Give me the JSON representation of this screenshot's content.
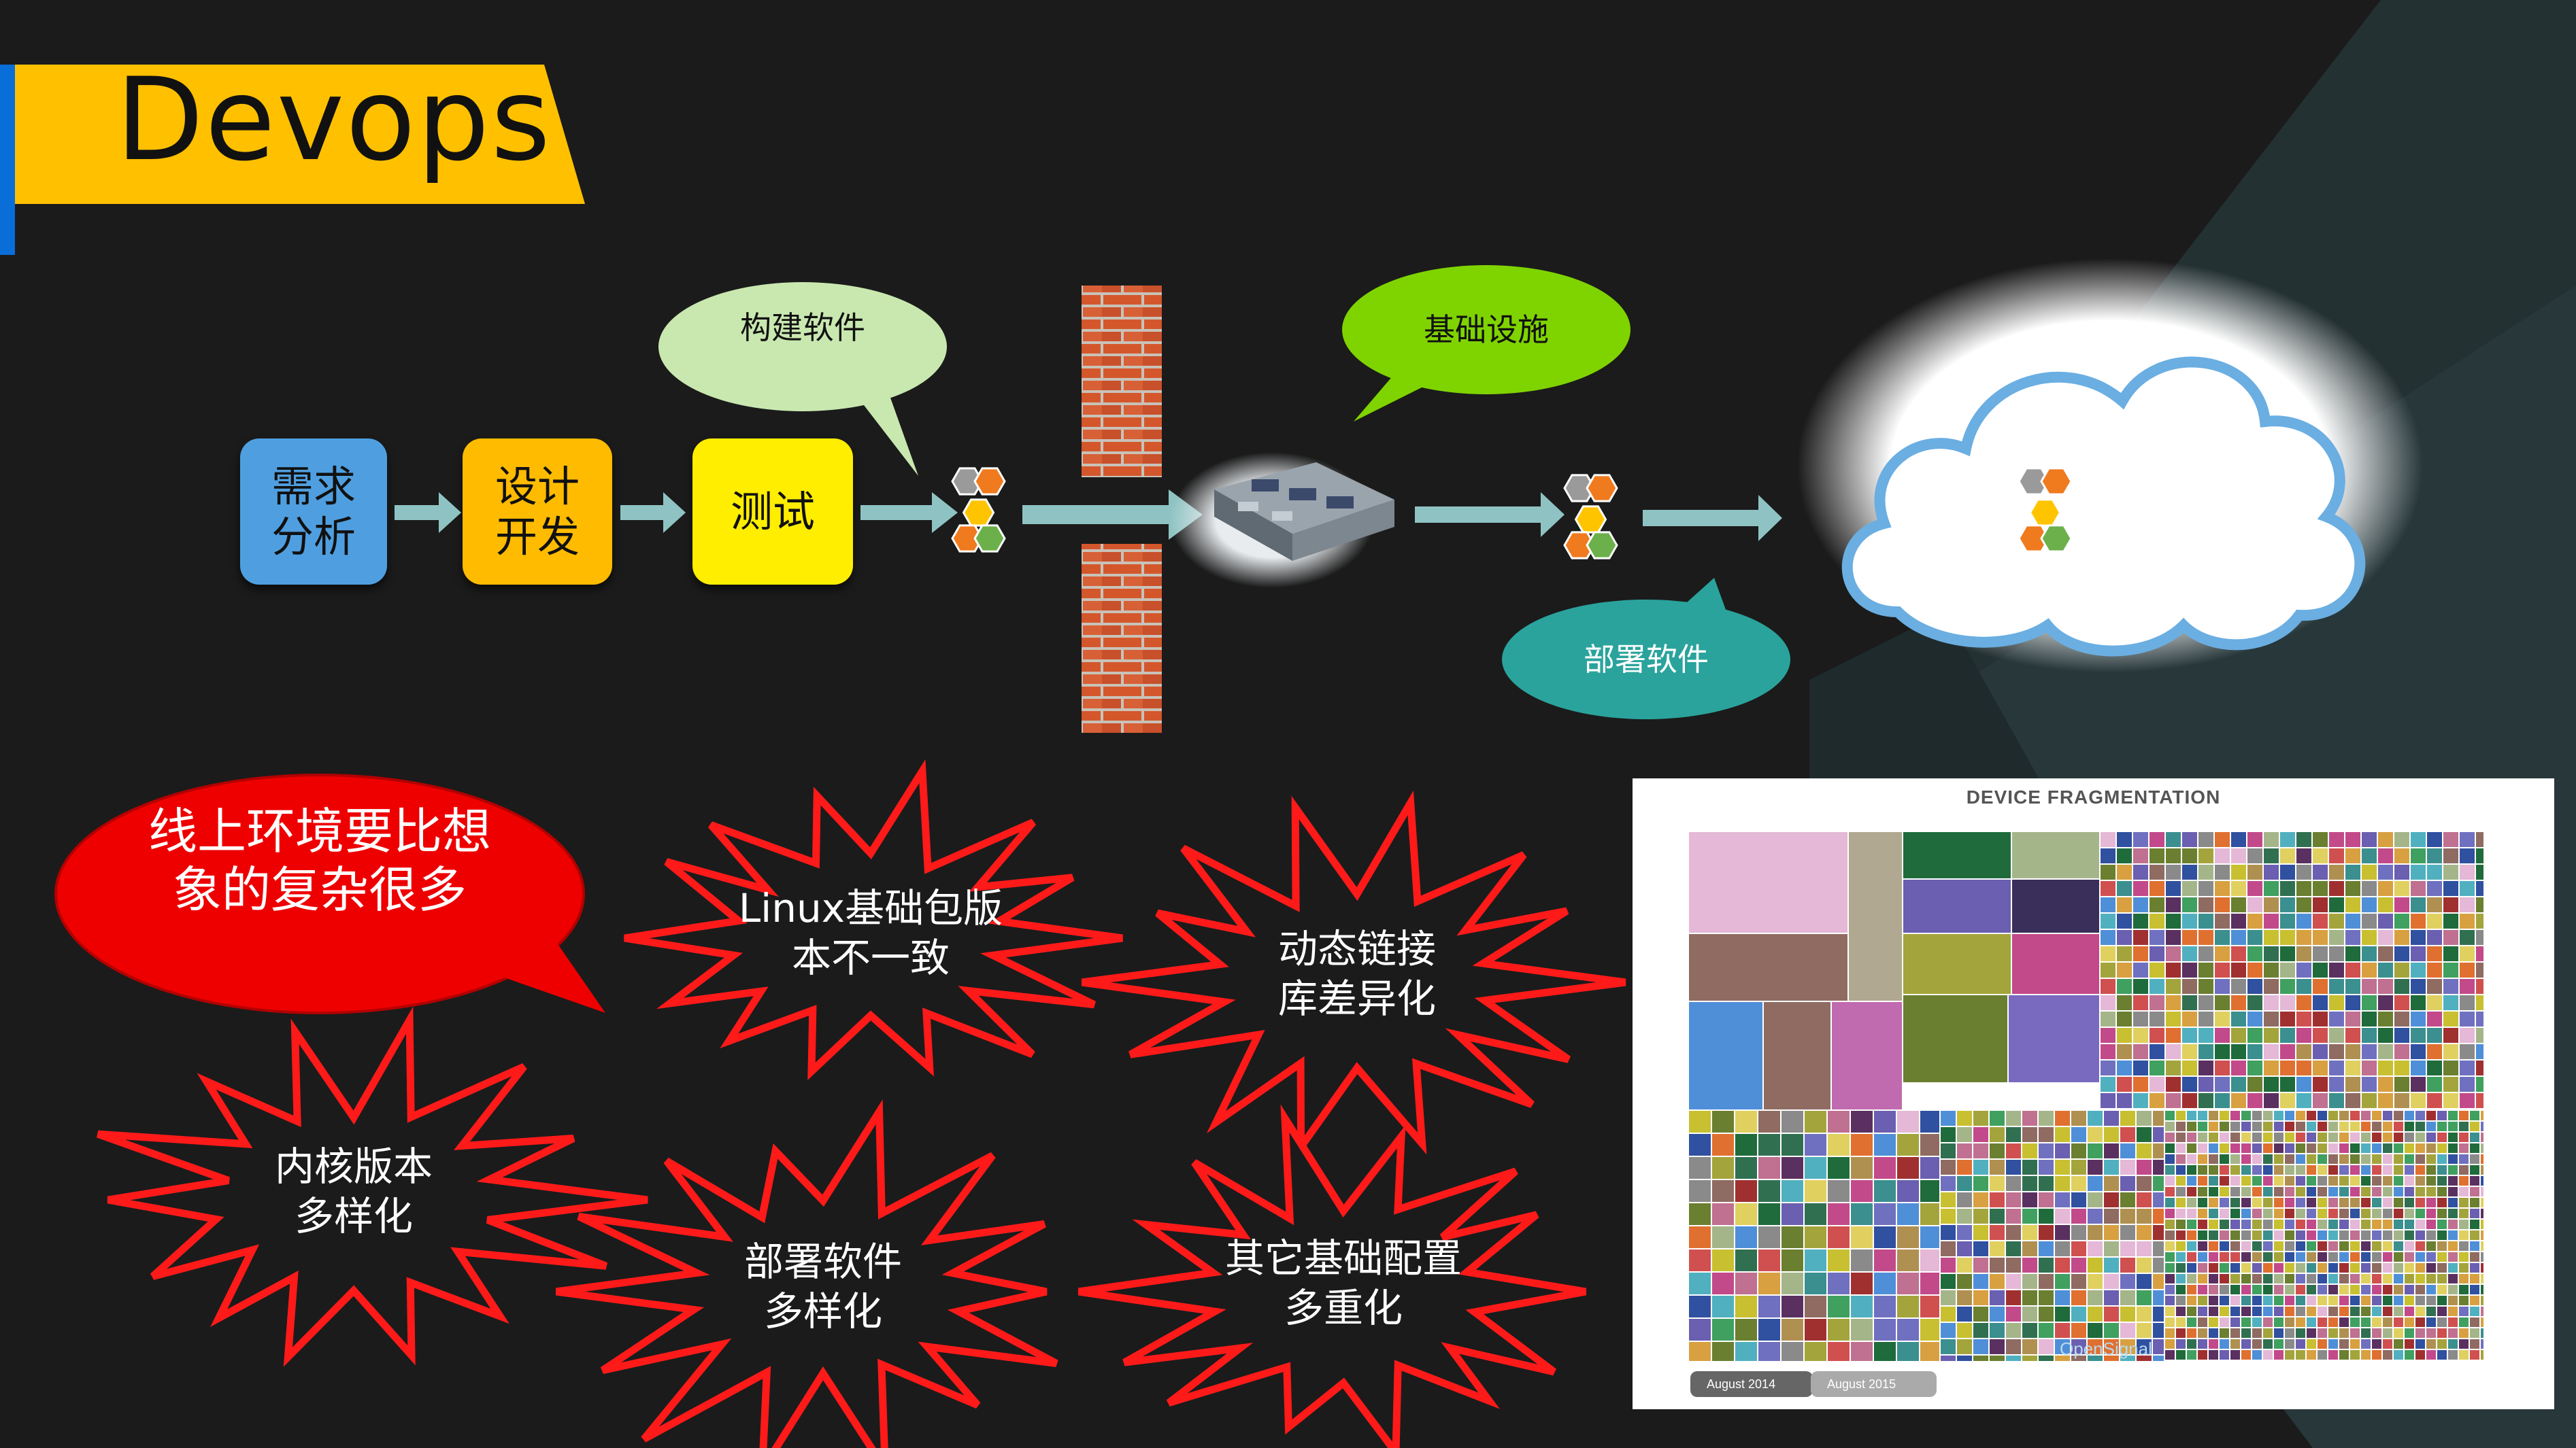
{
  "title": "Devops",
  "flow": {
    "steps": [
      "需求\n分析",
      "设计\n开发",
      "测试"
    ],
    "callouts": {
      "build": "构建软件",
      "infra": "基础设施",
      "deploy": "部署软件"
    }
  },
  "problems": {
    "main": "线上环境要比想\n象的复杂很多",
    "bursts": [
      "Linux基础包版\n本不一致",
      "动态链接\n库差异化",
      "内核版本\n多样化",
      "部署软件\n多样化",
      "其它基础配置\n多重化"
    ]
  },
  "fragmentation": {
    "title": "DEVICE FRAGMENTATION",
    "tabs": [
      "August 2014",
      "August 2015"
    ],
    "watermark": "OpenSignal"
  },
  "colors": {
    "background": "#1b1b1b",
    "title_banner": "#ffc000",
    "accent_blue": "#0a6ed8",
    "step_blue": "#4f9fe0",
    "step_orange": "#ffbb00",
    "step_yellow": "#ffee00",
    "arrow": "#8fc3c3",
    "burst_outline": "#ff1a1a",
    "red_bubble": "#ee0000"
  },
  "icons": [
    "hexagon-cluster-icon",
    "brick-wall-icon",
    "server-rack-icon",
    "cloud-icon",
    "arrow-right-icon"
  ]
}
